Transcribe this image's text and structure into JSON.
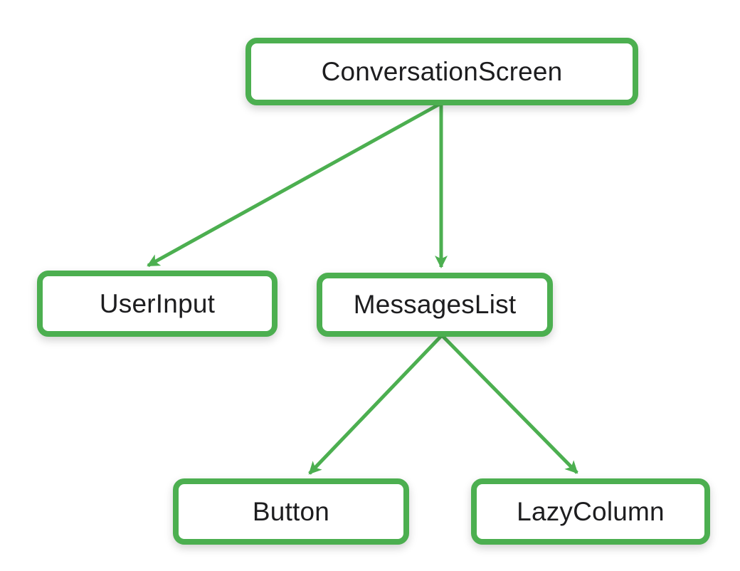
{
  "diagram": {
    "type": "component-tree",
    "accent_color": "#4CAF50",
    "node_fill_color": "#ffffff",
    "text_color": "#1d1d1f",
    "nodes": {
      "conversation_screen": {
        "label": "ConversationScreen"
      },
      "user_input": {
        "label": "UserInput"
      },
      "messages_list": {
        "label": "MessagesList"
      },
      "button": {
        "label": "Button"
      },
      "lazy_column": {
        "label": "LazyColumn"
      }
    },
    "edges": [
      {
        "from": "ConversationScreen",
        "to": "UserInput"
      },
      {
        "from": "ConversationScreen",
        "to": "MessagesList"
      },
      {
        "from": "MessagesList",
        "to": "Button"
      },
      {
        "from": "MessagesList",
        "to": "LazyColumn"
      }
    ]
  }
}
